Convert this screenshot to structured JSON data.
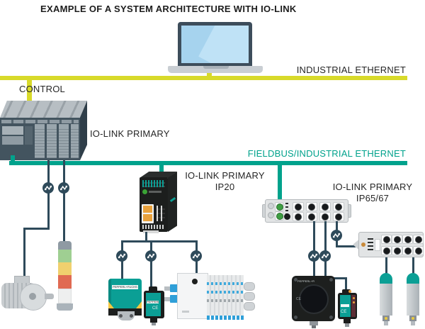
{
  "title": "EXAMPLE OF A SYSTEM ARCHITECTURE WITH IO-LINK",
  "buses": {
    "industrial_ethernet": {
      "label": "INDUSTRIAL ETHERNET",
      "color": "#d8da2a"
    },
    "fieldbus": {
      "label": "FIELDBUS/INDUSTRIAL ETHERNET",
      "color": "#00a28c"
    }
  },
  "labels": {
    "control": "CONTROL",
    "plc_primary": "IO-LINK PRIMARY",
    "ip20": {
      "line1": "IO-LINK PRIMARY",
      "line2": "IP20"
    },
    "ip65": {
      "line1": "IO-LINK PRIMARY",
      "line2": "IP65/67"
    }
  },
  "marks": {
    "ce": "CE",
    "brand": "PEPPERL+FUCHS"
  },
  "colors": {
    "ethernet_yellow": "#d8da2a",
    "fieldbus_teal": "#00a28c",
    "cable_slate": "#2e4a5a",
    "device_teal": "#0b9f95",
    "plc_front": "#43545f",
    "module_gray": "#e2e4e5",
    "black_device": "#1d1f1e",
    "stack_green": "#9fcf92",
    "stack_yellow": "#f0d06e",
    "stack_red": "#e06a52"
  },
  "icons": {
    "laptop-icon": "engineering laptop on industrial ethernet",
    "plc-icon": "control PLC acting as IO-Link primary",
    "io-link-connection-icon": "IO-Link point-to-point connection symbol",
    "ip20-master-icon": "IO-Link primary IP20 DIN-rail master",
    "ip65-master-icon": "IO-Link primary IP65/67 field module",
    "io-hub-icon": "IO-Link hub field module",
    "motor-icon": "electric motor actuator",
    "stack-light-icon": "signal tower stack light",
    "cube-sensor-icon": "teal cube inductive sensor",
    "photo-sensor-icon": "teal photoelectric sensor",
    "valve-terminal-icon": "pneumatic valve terminal",
    "square-sensor-icon": "black square photoelectric sensor",
    "cylinder-sensor-icon": "cylindrical inductive sensor"
  }
}
